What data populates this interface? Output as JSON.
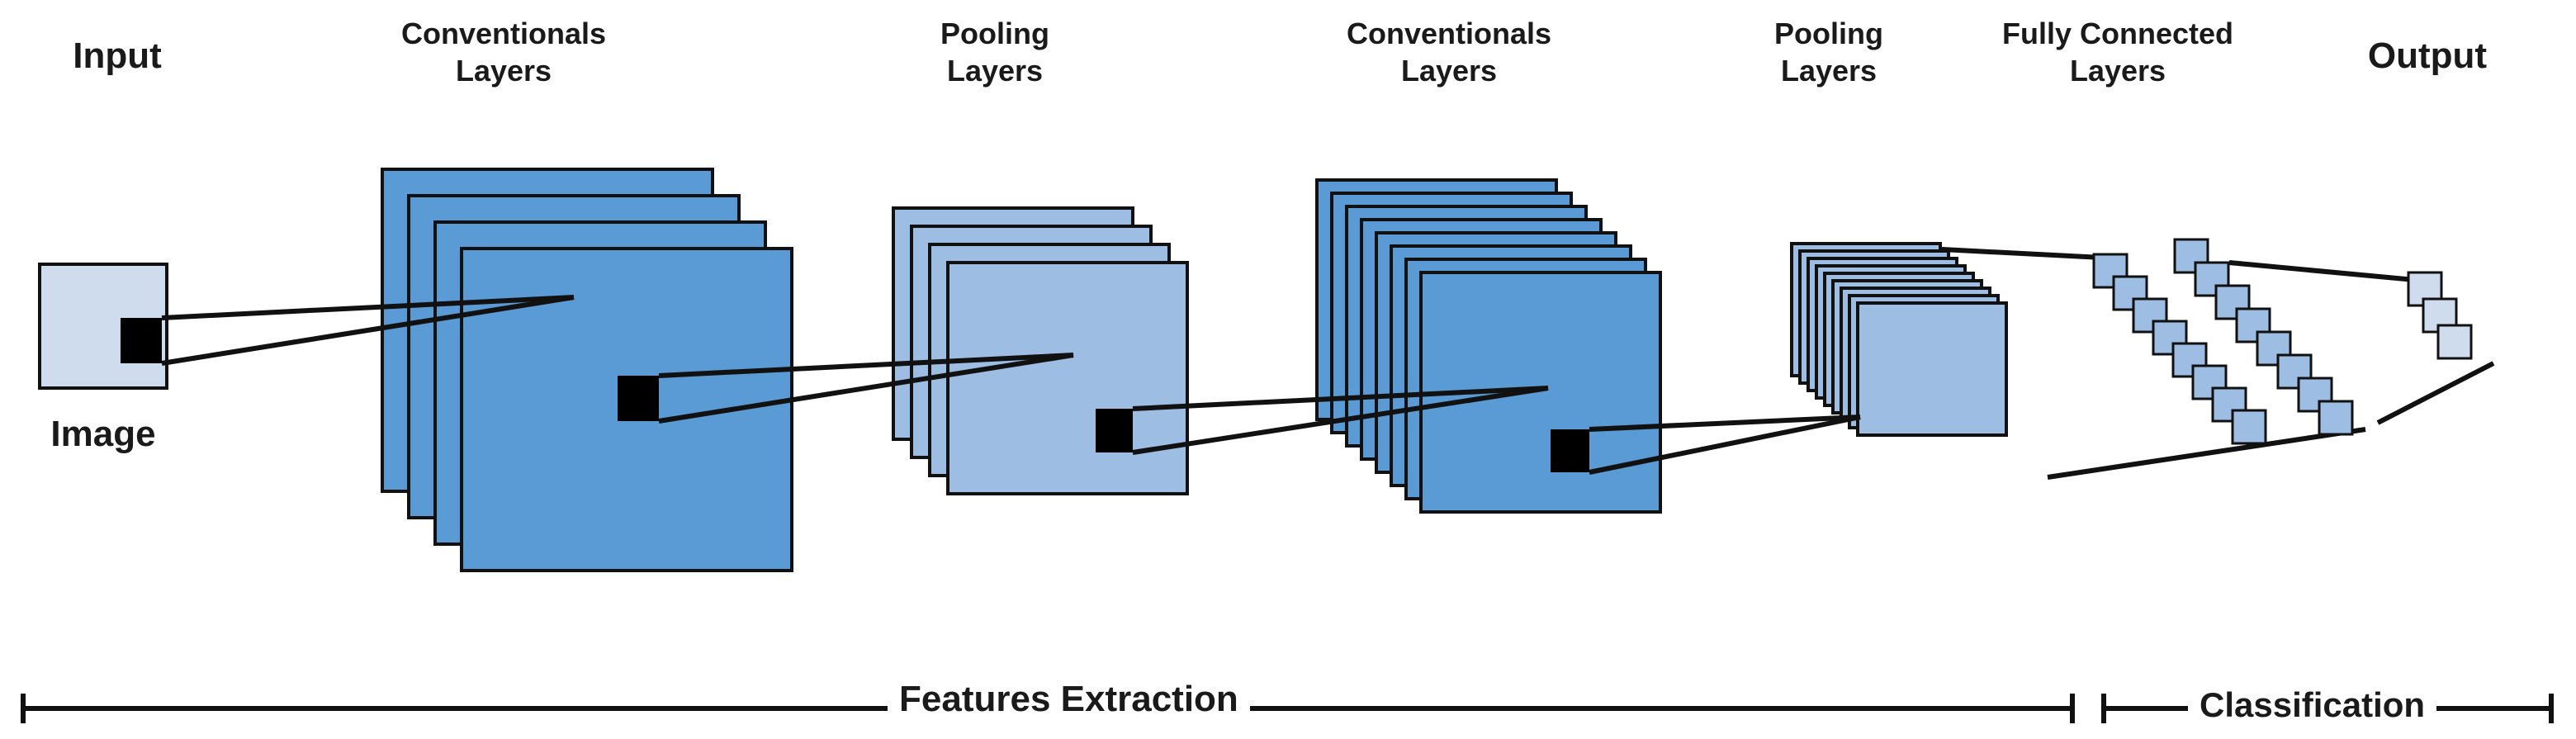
{
  "labels": {
    "input": "Input",
    "image": "Image",
    "conv1": [
      "Conventionals",
      "Layers"
    ],
    "pool1": [
      "Pooling",
      "Layers"
    ],
    "conv2": [
      "Conventionals",
      "Layers"
    ],
    "pool2": [
      "Pooling",
      "Layers"
    ],
    "fc": [
      "Fully Connected",
      "Layers"
    ],
    "output": "Output"
  },
  "phases": {
    "features": "Features Extraction",
    "classification": "Classification"
  },
  "colors": {
    "dark_blue": "#5b9bd5",
    "light_blue": "#9dbde3",
    "lighter_blue": "#cfdcee",
    "stroke": "#111111"
  }
}
